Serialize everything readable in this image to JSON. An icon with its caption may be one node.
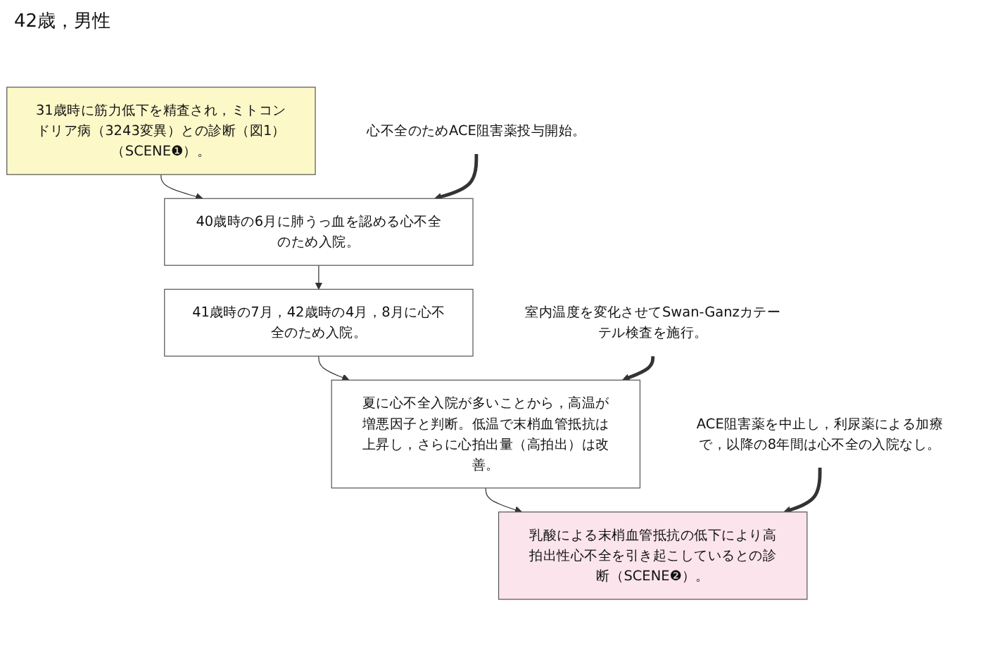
{
  "diagram": {
    "title": "42歳，男性",
    "nodes": [
      {
        "text": [
          "31歳時に筋力低下を精査され，ミトコンドリア病（3243変異）との診断（図1）（SCENE❶）。"
        ]
      },
      {
        "text": [
          "40歳時の6月に肺うっ血を認める心不全のため入院。"
        ]
      },
      {
        "text": [
          "41歳時の7月，42歳時の4月，8月に心不全のため入院。"
        ]
      },
      {
        "text": [
          "夏に心不全入院が多いことから，高温が増悪因子と判断。低温で末梢血管抵抗は上昇し，さらに心拍出量（高拍出）は改善。"
        ]
      },
      {
        "text": [
          "乳酸による末梢血管抵抗の低下により高拍出性心不全を引き起こしているとの診断（SCENE❷）。"
        ]
      },
      {
        "text": [
          "心不全のためACE阻害薬投与開始。"
        ]
      },
      {
        "text": [
          "室内温度を変化させてSwan-Ganzカテーテル検査を施行。"
        ]
      },
      {
        "text": [
          "ACE阻害薬を中止し，利尿薬による加療で，以降の8年間は心不全の入院なし。"
        ]
      }
    ],
    "edges": [
      {
        "from": 0,
        "to": 1,
        "arrow": "to"
      },
      {
        "from": 1,
        "to": 2,
        "arrow": "to"
      },
      {
        "from": 2,
        "to": 3,
        "arrow": "to"
      },
      {
        "from": 3,
        "to": 4,
        "arrow": "to"
      },
      {
        "from": 5,
        "to": 1,
        "arrow": "to",
        "style": "thick"
      },
      {
        "from": 6,
        "to": 3,
        "arrow": "to",
        "style": "thick"
      },
      {
        "from": 7,
        "to": 4,
        "arrow": "to",
        "style": "thick"
      }
    ]
  }
}
